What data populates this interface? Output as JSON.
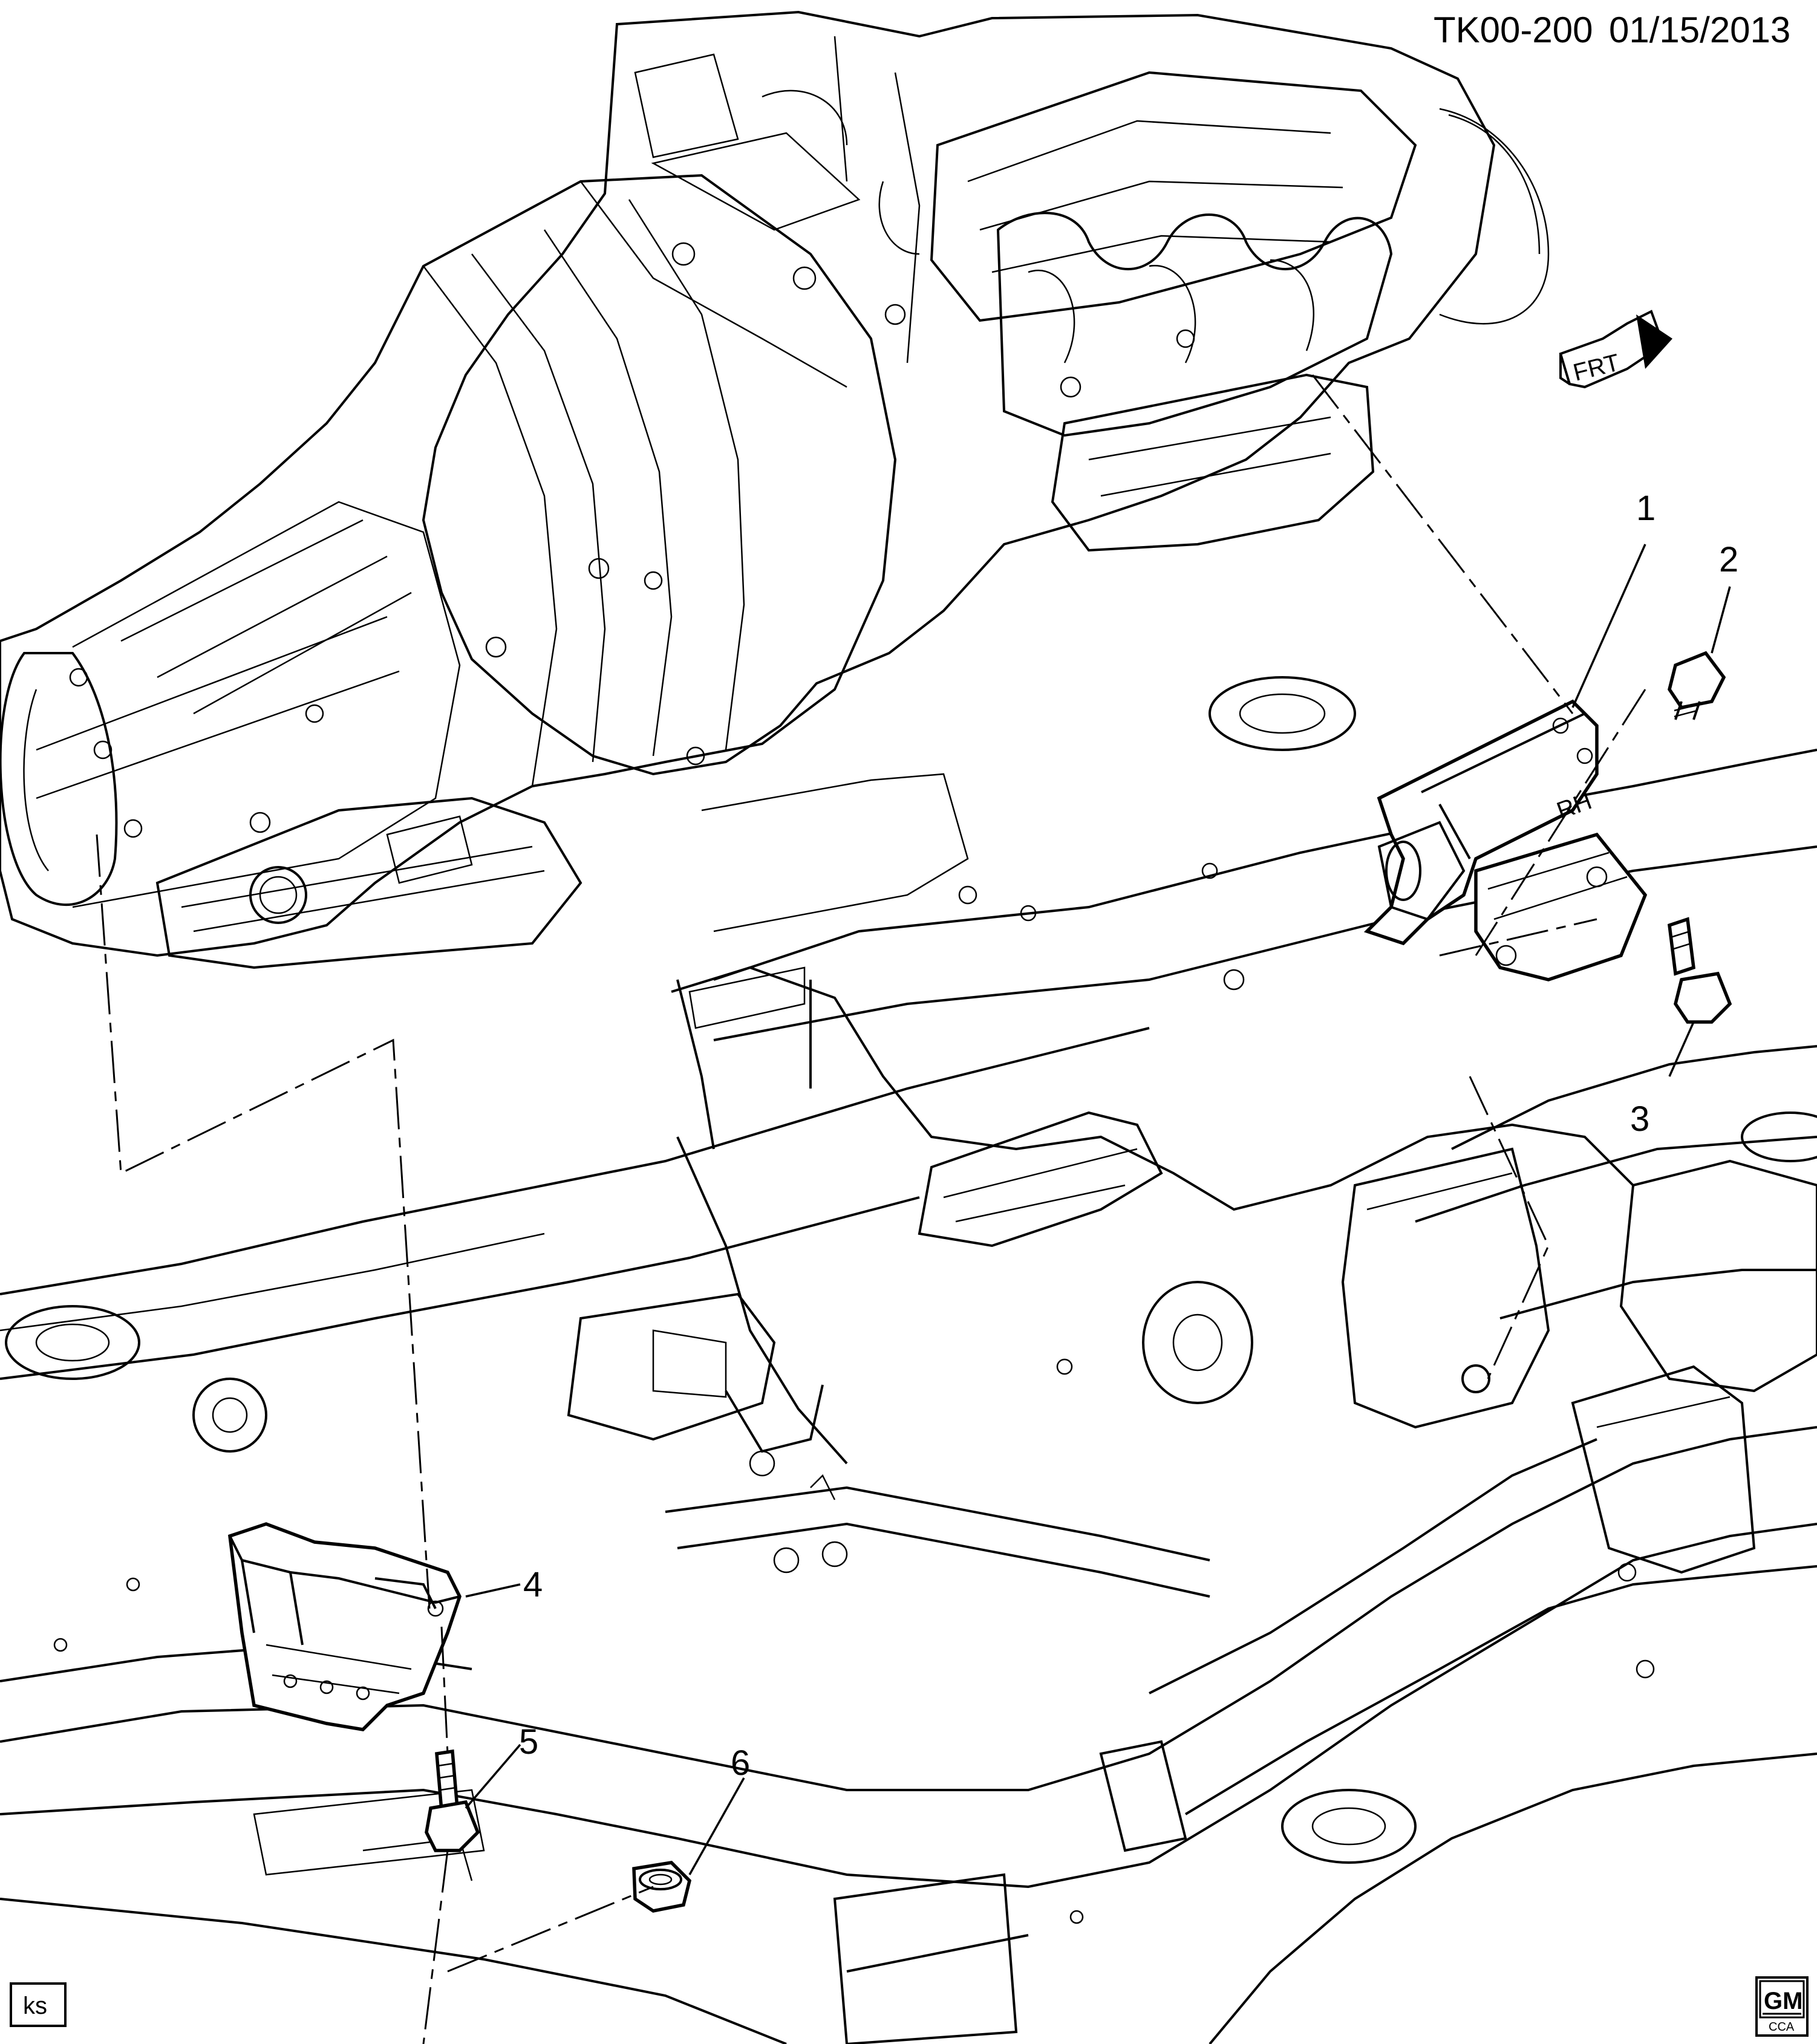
{
  "header": {
    "code": "TK00-200",
    "date": "01/15/2013"
  },
  "orientation": {
    "front_label": "FRT"
  },
  "part_marking": "RH",
  "callouts": [
    "1",
    "2",
    "3",
    "4",
    "5",
    "6"
  ],
  "corner_tag": "ks",
  "logo": {
    "letters": "GM",
    "subtext": "CCA"
  }
}
